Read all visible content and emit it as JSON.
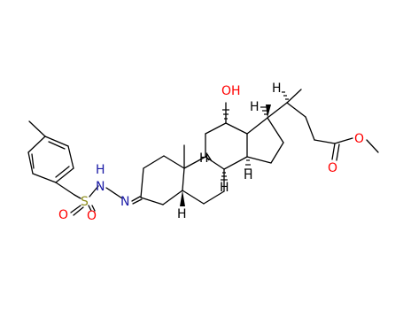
{
  "structure": {
    "atom_labels": {
      "hydroxyl": "OH",
      "ester_carbonyl_o": "O",
      "ester_ether_o": "O",
      "hydrazone_n": "N",
      "hydrazone_nh_n": "N",
      "hydrazone_nh_h": "H",
      "sulfonyl_s": "S",
      "sulfonyl_o_left": "O",
      "sulfonyl_o_right": "O",
      "stereo_h_c5": "H",
      "stereo_h_c8": "H",
      "stereo_h_c9": "H",
      "stereo_h_c14": "H",
      "stereo_h_c17": "H",
      "stereo_h_c20": "H"
    },
    "colors": {
      "oxygen": "#ff0000",
      "nitrogen": "#1a1aa6",
      "sulfur": "#8c8c1a",
      "carbon_bonds": "#000000"
    }
  }
}
